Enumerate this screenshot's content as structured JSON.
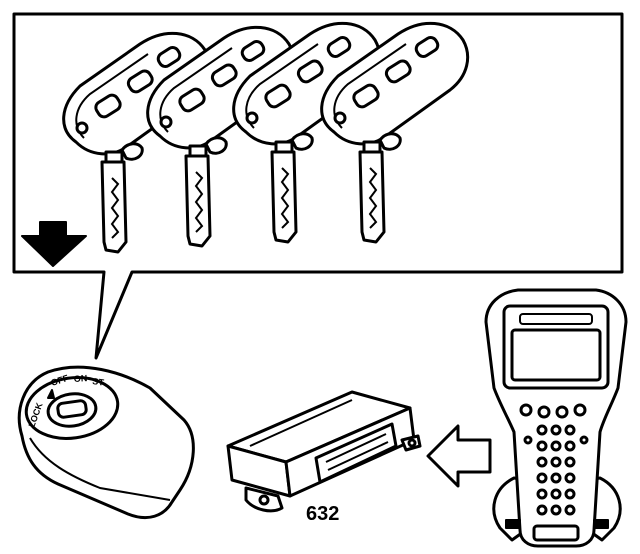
{
  "diagram": {
    "module_label": "632",
    "ignition_positions": [
      "LOCK",
      "OFF",
      "ON",
      "ST"
    ],
    "key_count": 4
  }
}
